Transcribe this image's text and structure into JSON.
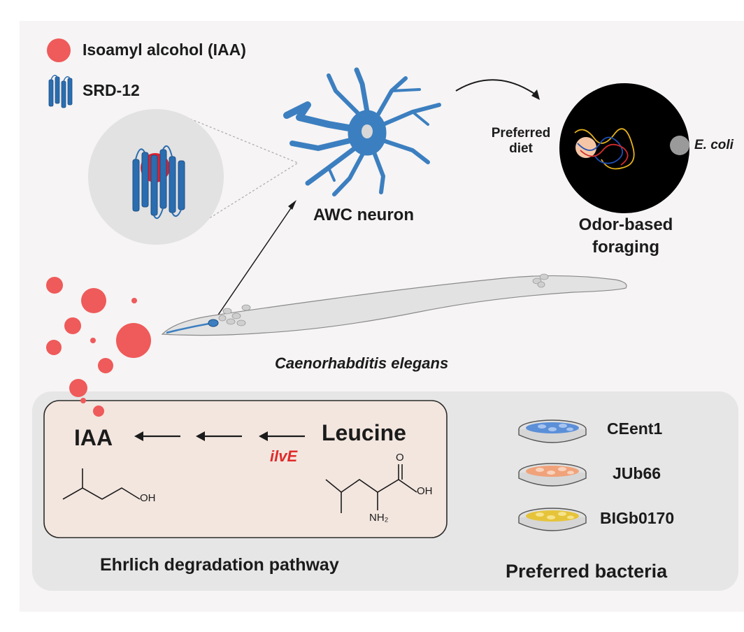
{
  "legend": {
    "iaa_label": "Isoamyl alcohol (IAA)",
    "srd_label": "SRD-12"
  },
  "neuron": {
    "label": "AWC neuron"
  },
  "foraging": {
    "preferred_diet": "Preferred diet",
    "ecoli": "E. coli",
    "title_line1": "Odor-based",
    "title_line2": "foraging"
  },
  "worm": {
    "label": "Caenorhabditis elegans"
  },
  "pathway": {
    "product": "IAA",
    "substrate": "Leucine",
    "enzyme": "ilvE",
    "title": "Ehrlich degradation pathway",
    "oh_label": "OH",
    "acid_o": "O",
    "acid_oh": "OH",
    "amine": "NH₂"
  },
  "bacteria": {
    "title": "Preferred bacteria",
    "strains": [
      {
        "name": "CEent1",
        "color": "#5b8fd8"
      },
      {
        "name": "JUb66",
        "color": "#f0a27a"
      },
      {
        "name": "BIGb0170",
        "color": "#e6c43a"
      }
    ]
  },
  "colors": {
    "iaa_red": "#ef5a5a",
    "receptor_blue": "#2a6db0",
    "neuron_blue": "#3c7fc0",
    "pathway_box": "#f3e6df"
  }
}
